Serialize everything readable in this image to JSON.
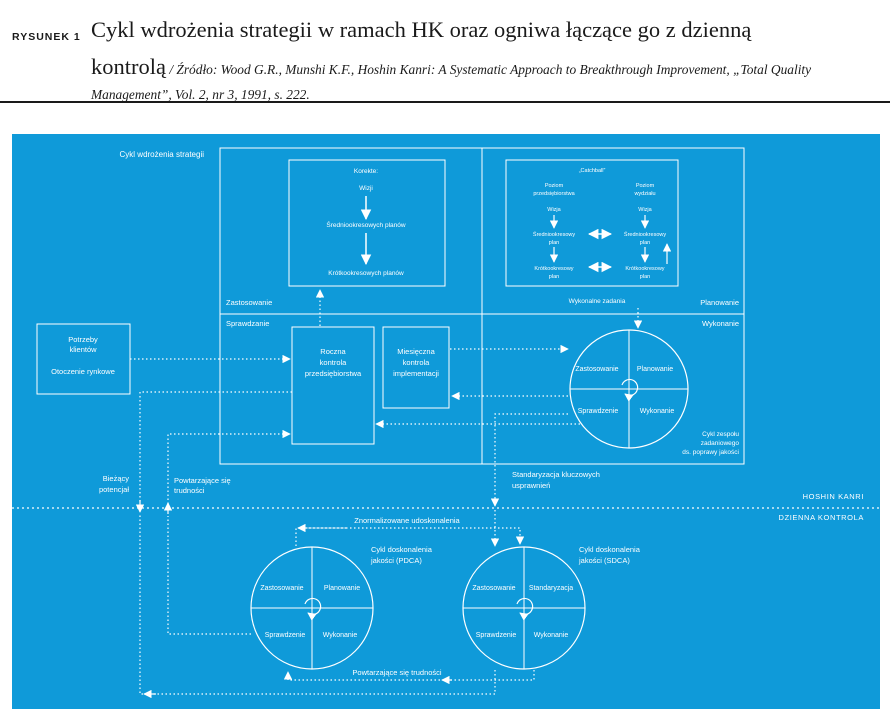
{
  "header": {
    "figure_label": "RYSUNEK 1",
    "title": "Cykl wdrożenia strategii w ramach HK oraz ogniwa łączące go z dzienną",
    "title_cont": "kontrolą",
    "source": " / Źródło: Wood G.R., Munshi K.F., Hoshin Kanri: A Systematic Approach to Breakthrough Improvement, „Total Quality Management”, Vol. 2, nr 3, 1991, s. 222."
  },
  "diagram": {
    "cycle_title": "Cykl wdrożenia strategii",
    "korekte": {
      "title": "Korekte:",
      "item1": "Wizji",
      "item2": "Średniookresowych planów",
      "item3": "Krótkookresowych planów"
    },
    "catchball": {
      "title": "„Catchball”",
      "left_head1": "Poziom",
      "left_head2": "przedsiębiorstwa",
      "right_head1": "Poziom",
      "right_head2": "wydziału",
      "wizja_left": "Wizja",
      "wizja_right": "Wizja",
      "mid_left1": "Średniookresowy",
      "mid_left2": "plan",
      "mid_right1": "Średniookresowy",
      "mid_right2": "plan",
      "low_left1": "Krótkookresowy",
      "low_left2": "plan",
      "low_right1": "Krótkookresowy",
      "low_right2": "plan"
    },
    "zastosowanie": "Zastosowanie",
    "planowanie": "Planowanie",
    "sprawdzanie": "Sprawdzanie",
    "wykonanie": "Wykonanie",
    "wykonalne_zadania": "Wykonalne zadania",
    "needs1": "Potrzeby",
    "needs2": "klientów",
    "market": "Otoczenie rynkowe",
    "annual1": "Roczna",
    "annual2": "kontrola",
    "annual3": "przedsiębiorstwa",
    "monthly1": "Miesięczna",
    "monthly2": "kontrola",
    "monthly3": "implementacji",
    "team_circle": {
      "q_tl": "Zastosowanie",
      "q_tr": "Planowanie",
      "q_bl": "Sprawdzenie",
      "q_br": "Wykonanie",
      "caption1": "Cykl zespołu",
      "caption2": "zadaniowego",
      "caption3": "ds. poprawy jakości"
    },
    "standardization1": "Standaryzacja kluczowych",
    "standardization2": "usprawnień",
    "potential1": "Bieżący",
    "potential2": "potencjał",
    "recurring1": "Powtarzające się",
    "recurring2": "trudności",
    "hoshin_kanri": "HOSHIN KANRI",
    "daily_control": "DZIENNA KONTROLA",
    "normalized": "Znormalizowane udoskonalenia",
    "pdca": {
      "title1": "Cykl doskonalenia",
      "title2": "jakości (PDCA)",
      "q_tl": "Zastosowanie",
      "q_tr": "Planowanie",
      "q_bl": "Sprawdzenie",
      "q_br": "Wykonanie"
    },
    "sdca": {
      "title1": "Cykl doskonalenia",
      "title2": "jakości (SDCA)",
      "q_tl": "Zastosowanie",
      "q_tr": "Standaryzacja",
      "q_bl": "Sprawdzenie",
      "q_br": "Wykonanie"
    },
    "recurring_bottom": "Powtarzające się trudności"
  },
  "colors": {
    "background": "#0f9ad9",
    "lines": "#ffffff",
    "text": "#1a1a1a"
  }
}
